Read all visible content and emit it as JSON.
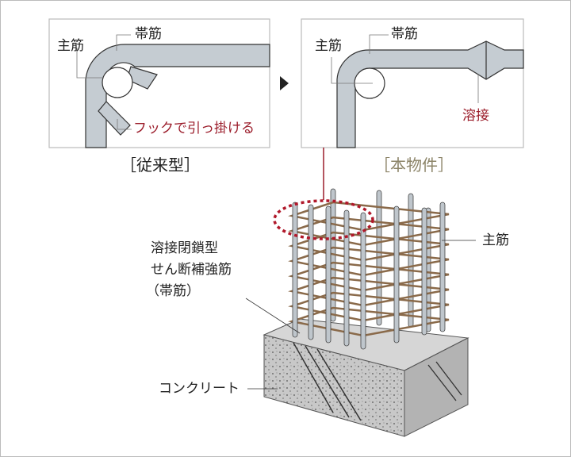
{
  "conventional": {
    "main_bar_label": "主筋",
    "hoop_label": "帯筋",
    "hook_label": "フックで引っ掛ける",
    "caption": "［従来型］"
  },
  "this_property": {
    "main_bar_label": "主筋",
    "hoop_label": "帯筋",
    "weld_label": "溶接",
    "caption": "［本物件］"
  },
  "column": {
    "hoop_label_line1": "溶接閉鎖型",
    "hoop_label_line2": "せん断補強筋",
    "hoop_label_line3": "（帯筋）",
    "main_bar_label": "主筋",
    "concrete_label": "コンクリート"
  },
  "colors": {
    "rebar": "#c5ccd2",
    "accent_red": "#9b1c2a",
    "caption_gold": "#8c8468",
    "hoop": "#8a6a4a"
  }
}
